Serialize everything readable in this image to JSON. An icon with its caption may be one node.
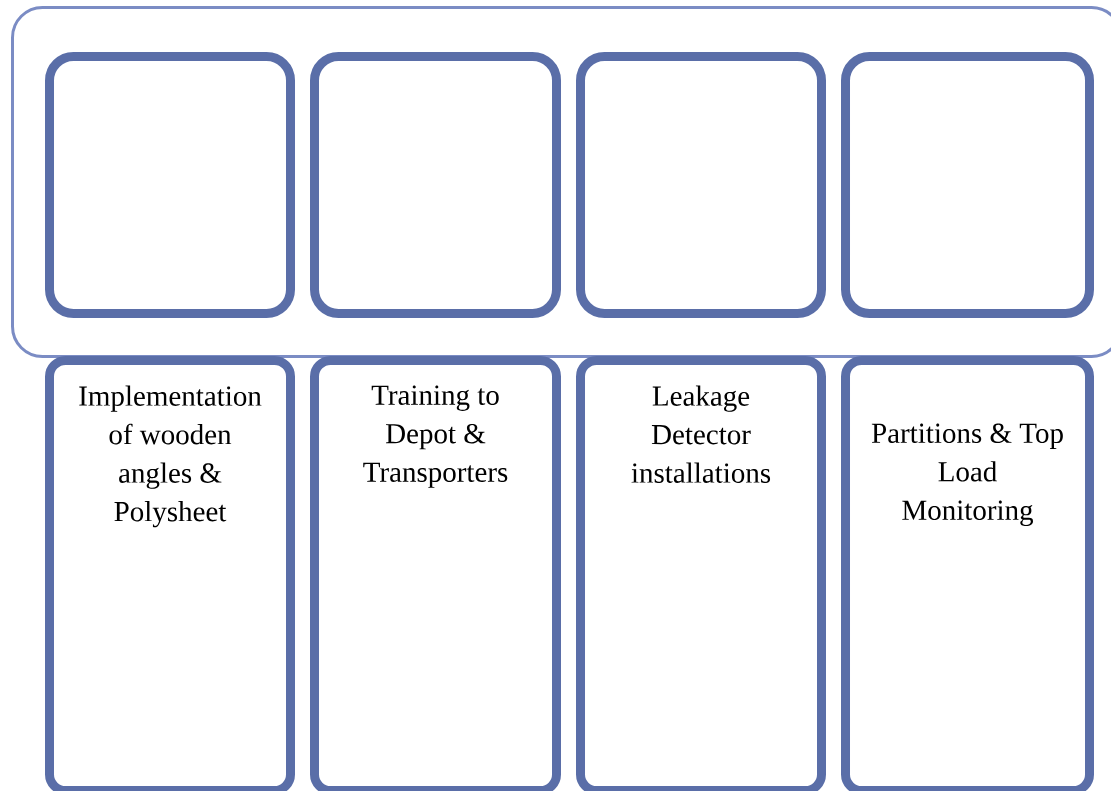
{
  "diagram": {
    "nodes": [
      {
        "text": [],
        "shape": "box"
      },
      {
        "text": [],
        "shape": "box",
        "in": 0
      },
      {
        "text": [],
        "shape": "box",
        "in": 0
      },
      {
        "text": [],
        "shape": "box",
        "in": 0
      },
      {
        "text": [],
        "shape": "box",
        "in": 0
      },
      {
        "text": [
          "Implementation of wooden angles & Polysheet"
        ]
      },
      {
        "text": [
          "Training to Depot & Transporters"
        ]
      },
      {
        "text": [
          "Leakage Detector installations"
        ]
      },
      {
        "text": [
          "Partitions & Top Load Monitoring"
        ]
      }
    ]
  }
}
